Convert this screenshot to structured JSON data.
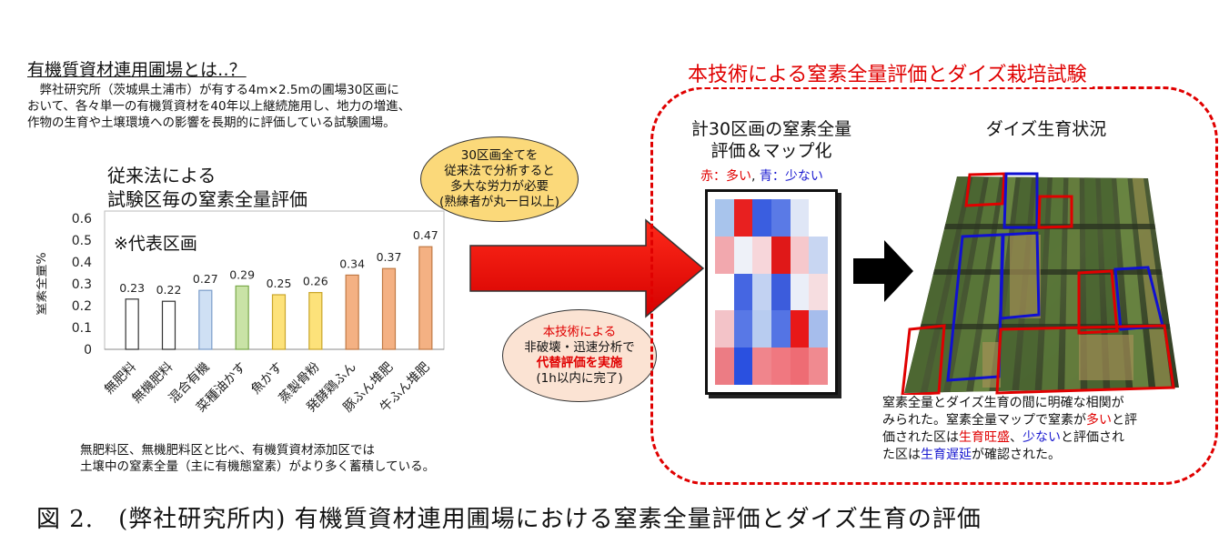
{
  "intro": {
    "heading": "有機質資材連用圃場とは‥？",
    "lines": [
      "　弊社研究所（茨城県土浦市）が有する4m×2.5mの圃場30区画に",
      "おいて、各々単一の有機質資材を40年以上継続施用し、地力の増進、",
      "作物の生育や土壌環境への影響を長期的に評価している試験圃場。"
    ]
  },
  "bubble_conventional": {
    "lines": [
      "30区画全てを",
      "従来法で分析すると",
      "多大な労力が必要",
      "(熟練者が丸一日以上)"
    ]
  },
  "bubble_new": {
    "line1": "本技術による",
    "line2": "非破壊・迅速分析で",
    "line3": "代替評価を実施",
    "line4": "(1h以内に完了)"
  },
  "chart_data": {
    "type": "bar",
    "title": "従来法による\n試験区毎の窒素全量評価",
    "title_lines": [
      "従来法による",
      "試験区毎の窒素全量評価"
    ],
    "annotation": "※代表区画",
    "ylabel": "窒素全量%",
    "ylim": [
      0,
      0.6
    ],
    "yticks": [
      "0",
      "0.1",
      "0.2",
      "0.3",
      "0.4",
      "0.5",
      "0.6"
    ],
    "grid": false,
    "categories": [
      "無肥料",
      "無機肥料",
      "混合有機",
      "菜種油かす",
      "魚かす",
      "蒸製骨粉",
      "発酵鶏ふん",
      "豚ふん堆肥",
      "牛ふん堆肥"
    ],
    "values": [
      0.23,
      0.22,
      0.27,
      0.29,
      0.25,
      0.26,
      0.34,
      0.37,
      0.47
    ],
    "value_labels": [
      "0.23",
      "0.22",
      "0.27",
      "0.29",
      "0.25",
      "0.26",
      "0.34",
      "0.37",
      "0.47"
    ],
    "colors": [
      "#ffffff",
      "#ffffff",
      "#cfe0f4",
      "#c9e3a6",
      "#fde27a",
      "#fde27a",
      "#f4b183",
      "#f4b183",
      "#f4b183"
    ],
    "edge_colors": [
      "#333333",
      "#333333",
      "#7a9cc9",
      "#7aa84a",
      "#c9a52a",
      "#c9a52a",
      "#c07a45",
      "#c07a45",
      "#c07a45"
    ]
  },
  "chart_note": {
    "lines": [
      "無肥料区、無機肥料区と比べ、有機質資材添加区では",
      "土壌中の窒素全量（主に有機態窒素）がより多く蓄積している。"
    ]
  },
  "section": {
    "title": "本技術による窒素全量評価とダイズ栽培試験",
    "map_title_lines": [
      "計30区画の窒素全量",
      "評価＆マップ化"
    ],
    "legend_red": "赤：多い",
    "legend_sep": ",",
    "legend_blue": "青：少ない",
    "soy_title": "ダイズ生育状況",
    "result": {
      "line1": "窒素全量とダイズ生育の間に明確な相関が",
      "line2_a": "みられた。窒素全量マップで窒素が",
      "line2_red": "多い",
      "line2_b": "と評",
      "line3_a": "価された区は",
      "line3_red": "生育旺盛",
      "line3_b": "、",
      "line3_blue": "少ない",
      "line3_c": "と評価され",
      "line4_a": "た区は",
      "line4_blue": "生育遅延",
      "line4_b": "が確認された。"
    }
  },
  "heatmap": {
    "rows": 5,
    "cols": 6,
    "colors": [
      [
        "#a8c4ec",
        "#e82020",
        "#3a5ee0",
        "#5a7ae6",
        "#dfe6f6",
        "#ffffff"
      ],
      [
        "#f2a8ae",
        "#eef1f8",
        "#f7d6da",
        "#e01818",
        "#f6c8cc",
        "#c8d6f2"
      ],
      [
        "#ffffff",
        "#4566e2",
        "#c2d2f2",
        "#3c5cdc",
        "#eaeef8",
        "#f6dde0"
      ],
      [
        "#f3c3c8",
        "#5878e6",
        "#b8ccf0",
        "#5474e4",
        "#e81818",
        "#a6bdec"
      ],
      [
        "#ec7c84",
        "#2a50e0",
        "#f0858c",
        "#f07880",
        "#ee6c74",
        "#f08a90"
      ]
    ]
  },
  "caption": "図 2.　(弊社研究所内) 有機質資材連用圃場における窒素全量評価とダイズ生育の評価"
}
